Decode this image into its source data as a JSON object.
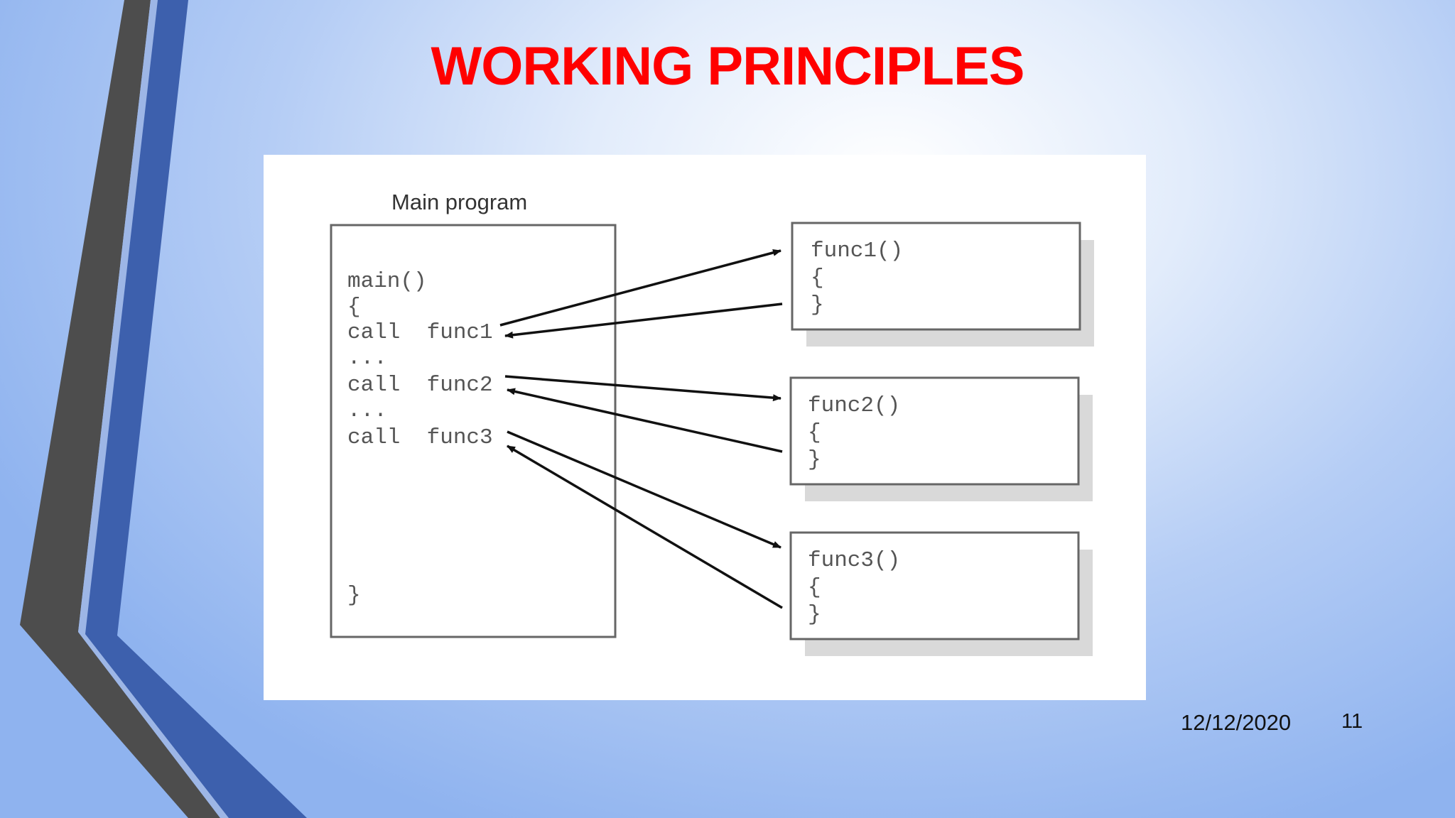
{
  "slide": {
    "title": "WORKING PRINCIPLES",
    "date": "12/12/2020",
    "page_number": "11"
  },
  "diagram": {
    "main_label": "Main program",
    "main_lines": [
      "main()",
      "{",
      "call  func1",
      "...",
      "call  func2",
      "...",
      "call  func3",
      "}"
    ],
    "functions": [
      {
        "header": "func1()",
        "open": "{",
        "close": "}"
      },
      {
        "header": "func2()",
        "open": "{",
        "close": "}"
      },
      {
        "header": "func3()",
        "open": "{",
        "close": "}"
      }
    ]
  },
  "colors": {
    "title": "#ff0000",
    "stripe_dark": "#4a4a4a",
    "stripe_blue": "#3a5fae"
  }
}
